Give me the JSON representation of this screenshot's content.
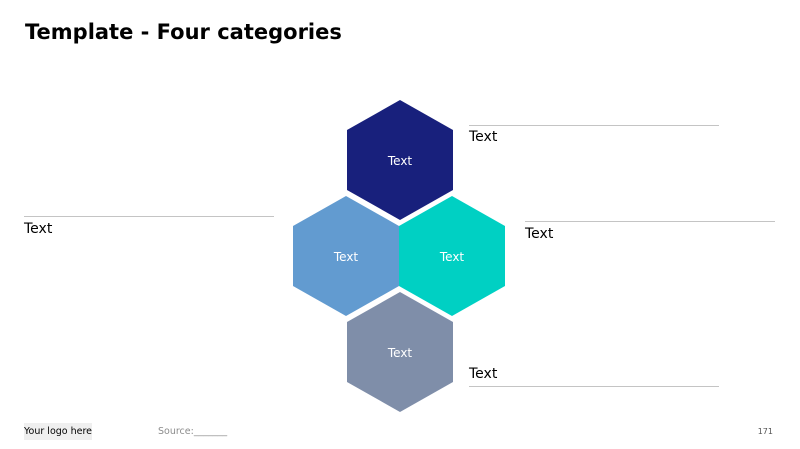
{
  "slide": {
    "title": "Template - Four categories",
    "page_number": "171"
  },
  "hexagons": [
    {
      "label": "Text",
      "color": "#18207c"
    },
    {
      "label": "Text",
      "color": "#629bd0"
    },
    {
      "label": "Text",
      "color": "#00d0c3"
    },
    {
      "label": "Text",
      "color": "#7f8ea9"
    }
  ],
  "callouts": {
    "top_right": "Text",
    "left": "Text",
    "mid_right": "Text",
    "bottom_right": "Text"
  },
  "footer": {
    "logo_text": "Your logo here",
    "source_text": "Source:_______"
  }
}
